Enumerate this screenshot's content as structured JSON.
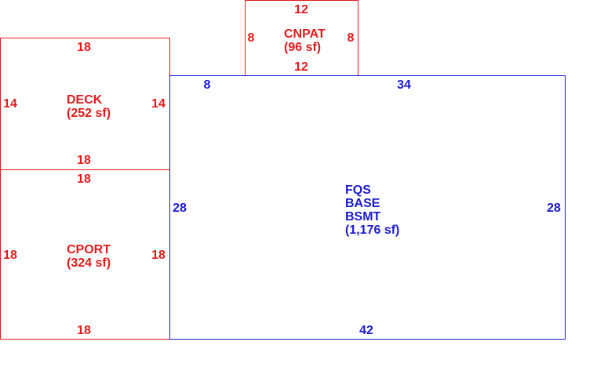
{
  "colors": {
    "accessory": "#e01b1b",
    "main": "#1a1ad0",
    "background": "#ffffff"
  },
  "areas": {
    "cnpat": {
      "name": "CNPAT",
      "area": "(96 sf)",
      "top": "12",
      "bottom": "12",
      "left": "8",
      "right": "8"
    },
    "deck": {
      "name": "DECK",
      "area": "(252 sf)",
      "top": "18",
      "bottom": "18",
      "left": "14",
      "right": "14"
    },
    "cport": {
      "name": "CPORT",
      "area": "(324 sf)",
      "top": "18",
      "bottom": "18",
      "left": "18",
      "right": "18"
    },
    "main": {
      "name1": "FQS",
      "name2": "BASE",
      "name3": "BSMT",
      "area": "(1,176 sf)",
      "top_left": "8",
      "top_right": "34",
      "bottom": "42",
      "left": "28",
      "right": "28"
    }
  }
}
